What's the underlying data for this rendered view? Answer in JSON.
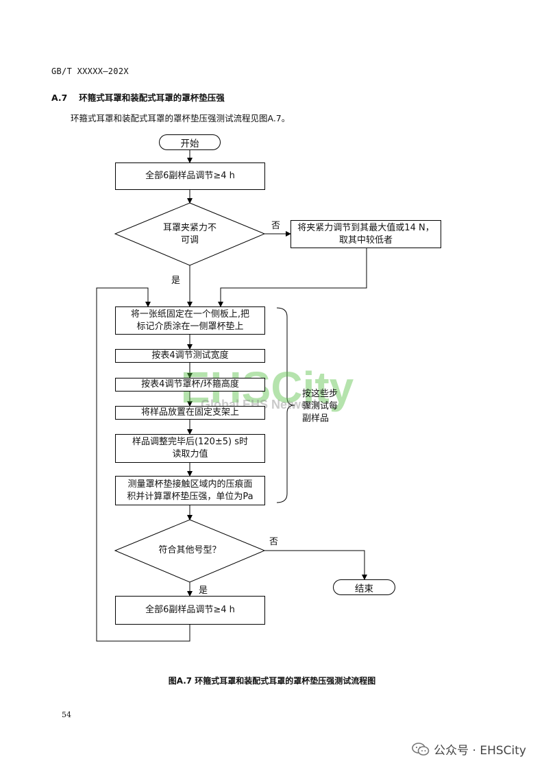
{
  "header": {
    "doc_id": "GB/T XXXXX—202X"
  },
  "section": {
    "title": "A.7　 环箍式耳罩和装配式耳罩的罩杯垫压强"
  },
  "intro": "环箍式耳罩和装配式耳罩的罩杯垫压强测试流程见图A.7。",
  "flow": {
    "start": "开始",
    "condition_all": "全部6副样品调节≥4 h",
    "decision1_line1": "耳罩夹紧力不",
    "decision1_line2": "可调",
    "no_label": "否",
    "yes_label": "是",
    "adjust_line1": "将夹紧力调节到其最大值或14 N，",
    "adjust_line2": "取其中较低者",
    "step1_line1": "将一张纸固定在一个侧板上,把",
    "step1_line2": "标记介质涂在一侧罩杯垫上",
    "step2": "按表4调节测试宽度",
    "step3": "按表4调节罩杯/环箍高度",
    "step4": "将样品放置在固定支架上",
    "step5_line1": "样品调整完毕后(120±5) s时",
    "step5_line2": "读取力值",
    "step6_line1": "测量罩杯垫接触区域内的压痕面",
    "step6_line2": "积并计算罩杯垫压强，单位为Pa",
    "brace_line1": "按这些步",
    "brace_line2": "骤测试每",
    "brace_line3": "副样品",
    "decision2": "符合其他号型？",
    "end": "结束",
    "condition_all_2": "全部6副样品调节≥4 h"
  },
  "caption": "图A.7 环箍式耳罩和装配式耳罩的罩杯垫压强测试流程图",
  "page_number": "54",
  "watermark": {
    "main": "EHSCity",
    "sub": "Global EHS Network",
    "color": "#5cc04a"
  },
  "footer": {
    "text": "公众号 · EHSCity",
    "icon": "wechat-icon"
  }
}
